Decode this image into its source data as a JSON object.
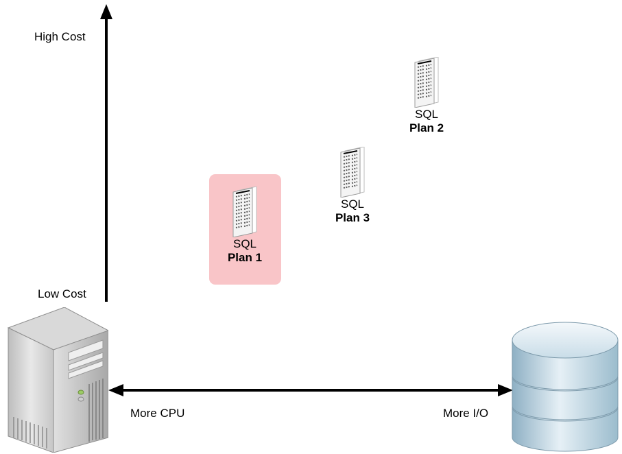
{
  "y_axis": {
    "top_label": "High Cost",
    "bottom_label": "Low Cost"
  },
  "x_axis": {
    "left_label": "More CPU",
    "right_label": "More I/O"
  },
  "plans": [
    {
      "sql": "SQL",
      "plan": "Plan 1",
      "selected": true
    },
    {
      "sql": "SQL",
      "plan": "Plan 2",
      "selected": false
    },
    {
      "sql": "SQL",
      "plan": "Plan 3",
      "selected": false
    }
  ],
  "colors": {
    "highlight": "#f9c5c8",
    "arrow": "#000000",
    "server_body": "#d8d8d8",
    "database_body": "#c9dde8"
  },
  "icons": {
    "server": "server-tower-icon",
    "database": "database-cylinder-icon",
    "plan_document": "document-icon"
  }
}
